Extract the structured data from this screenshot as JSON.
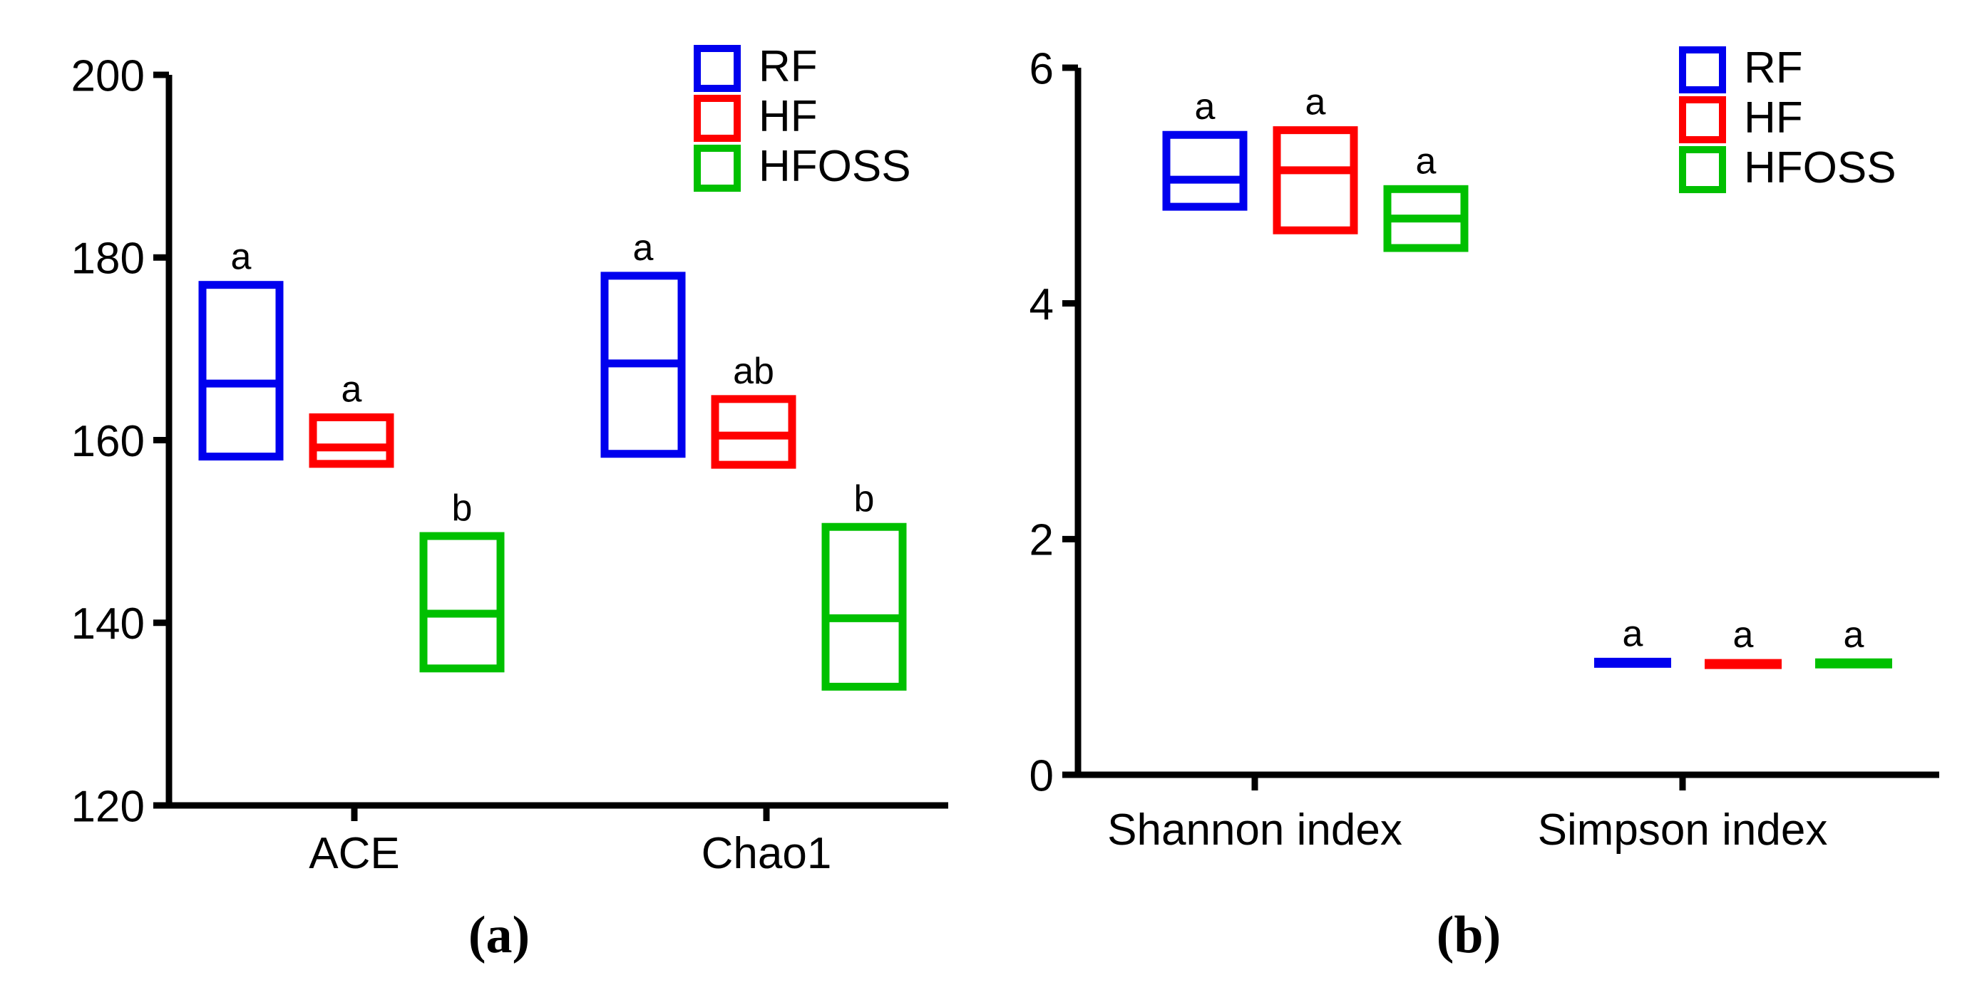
{
  "figure": {
    "panels": [
      {
        "id": "a",
        "caption": "(a)",
        "legend": [
          {
            "label": "RF",
            "color": "#0000ee"
          },
          {
            "label": "HF",
            "color": "#ff0000"
          },
          {
            "label": "HFOSS",
            "color": "#00c000"
          }
        ]
      },
      {
        "id": "b",
        "caption": "(b)",
        "legend": [
          {
            "label": "RF",
            "color": "#0000ee"
          },
          {
            "label": "HF",
            "color": "#ff0000"
          },
          {
            "label": "HFOSS",
            "color": "#00c000"
          }
        ]
      }
    ]
  },
  "chart_data": [
    {
      "type": "box",
      "panel": "a",
      "title": "",
      "xlabel": "",
      "ylabel": "",
      "ylim": [
        120,
        200
      ],
      "yticks": [
        120,
        140,
        160,
        180,
        200
      ],
      "ytick_labels": [
        "120",
        "140",
        "160",
        "180",
        "200"
      ],
      "categories": [
        "ACE",
        "Chao1"
      ],
      "grid": false,
      "legend_position": "top-right",
      "series": [
        {
          "name": "RF",
          "color": "#0000ee",
          "boxes": [
            {
              "category": "ACE",
              "top": 177.0,
              "median": 166.2,
              "bottom": 158.2,
              "letter": "a"
            },
            {
              "category": "Chao1",
              "top": 178.0,
              "median": 168.4,
              "bottom": 158.5,
              "letter": "a"
            }
          ]
        },
        {
          "name": "HF",
          "color": "#ff0000",
          "boxes": [
            {
              "category": "ACE",
              "top": 162.5,
              "median": 159.2,
              "bottom": 157.4,
              "letter": "a"
            },
            {
              "category": "Chao1",
              "top": 164.5,
              "median": 160.5,
              "bottom": 157.3,
              "letter": "ab"
            }
          ]
        },
        {
          "name": "HFOSS",
          "color": "#00c000",
          "boxes": [
            {
              "category": "ACE",
              "top": 149.5,
              "median": 141.0,
              "bottom": 135.0,
              "letter": "b"
            },
            {
              "category": "Chao1",
              "top": 150.5,
              "median": 140.5,
              "bottom": 133.0,
              "letter": "b"
            }
          ]
        }
      ]
    },
    {
      "type": "box",
      "panel": "b",
      "title": "",
      "xlabel": "",
      "ylabel": "",
      "ylim": [
        0,
        6
      ],
      "yticks": [
        0,
        2,
        4,
        6
      ],
      "ytick_labels": [
        "0",
        "2",
        "4",
        "6"
      ],
      "categories": [
        "Shannon index",
        "Simpson index"
      ],
      "grid": false,
      "legend_position": "top-right",
      "series": [
        {
          "name": "RF",
          "color": "#0000ee",
          "boxes": [
            {
              "category": "Shannon index",
              "top": 5.43,
              "median": 5.05,
              "bottom": 4.82,
              "letter": "a"
            },
            {
              "category": "Simpson index",
              "top": 0.96,
              "median": 0.95,
              "bottom": 0.94,
              "letter": "a"
            }
          ]
        },
        {
          "name": "HF",
          "color": "#ff0000",
          "boxes": [
            {
              "category": "Shannon index",
              "top": 5.47,
              "median": 5.13,
              "bottom": 4.62,
              "letter": "a"
            },
            {
              "category": "Simpson index",
              "top": 0.95,
              "median": 0.94,
              "bottom": 0.93,
              "letter": "a"
            }
          ]
        },
        {
          "name": "HFOSS",
          "color": "#00c000",
          "boxes": [
            {
              "category": "Shannon index",
              "top": 4.97,
              "median": 4.72,
              "bottom": 4.47,
              "letter": "a"
            },
            {
              "category": "Simpson index",
              "top": 0.95,
              "median": 0.945,
              "bottom": 0.94,
              "letter": "a"
            }
          ]
        }
      ]
    }
  ]
}
